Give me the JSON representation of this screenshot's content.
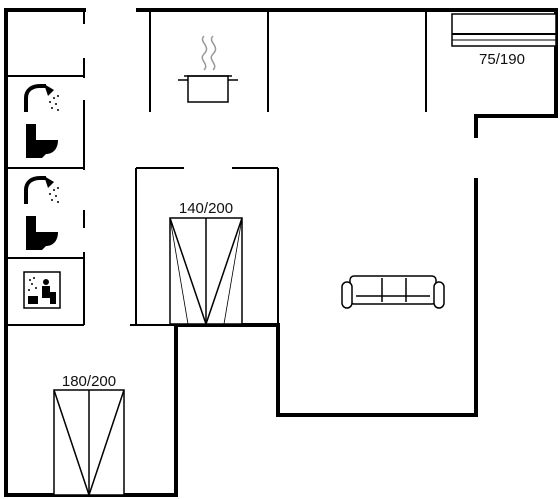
{
  "floorplan": {
    "labels": {
      "bed_single": "75/190",
      "bed_double_center": "140/200",
      "bed_double_bottom": "180/200"
    },
    "icons": [
      "shower-icon",
      "toilet-icon",
      "sauna-icon",
      "kitchen-pot-icon",
      "sofa-icon"
    ],
    "colors": {
      "wall": "#000000",
      "background": "#ffffff"
    }
  }
}
